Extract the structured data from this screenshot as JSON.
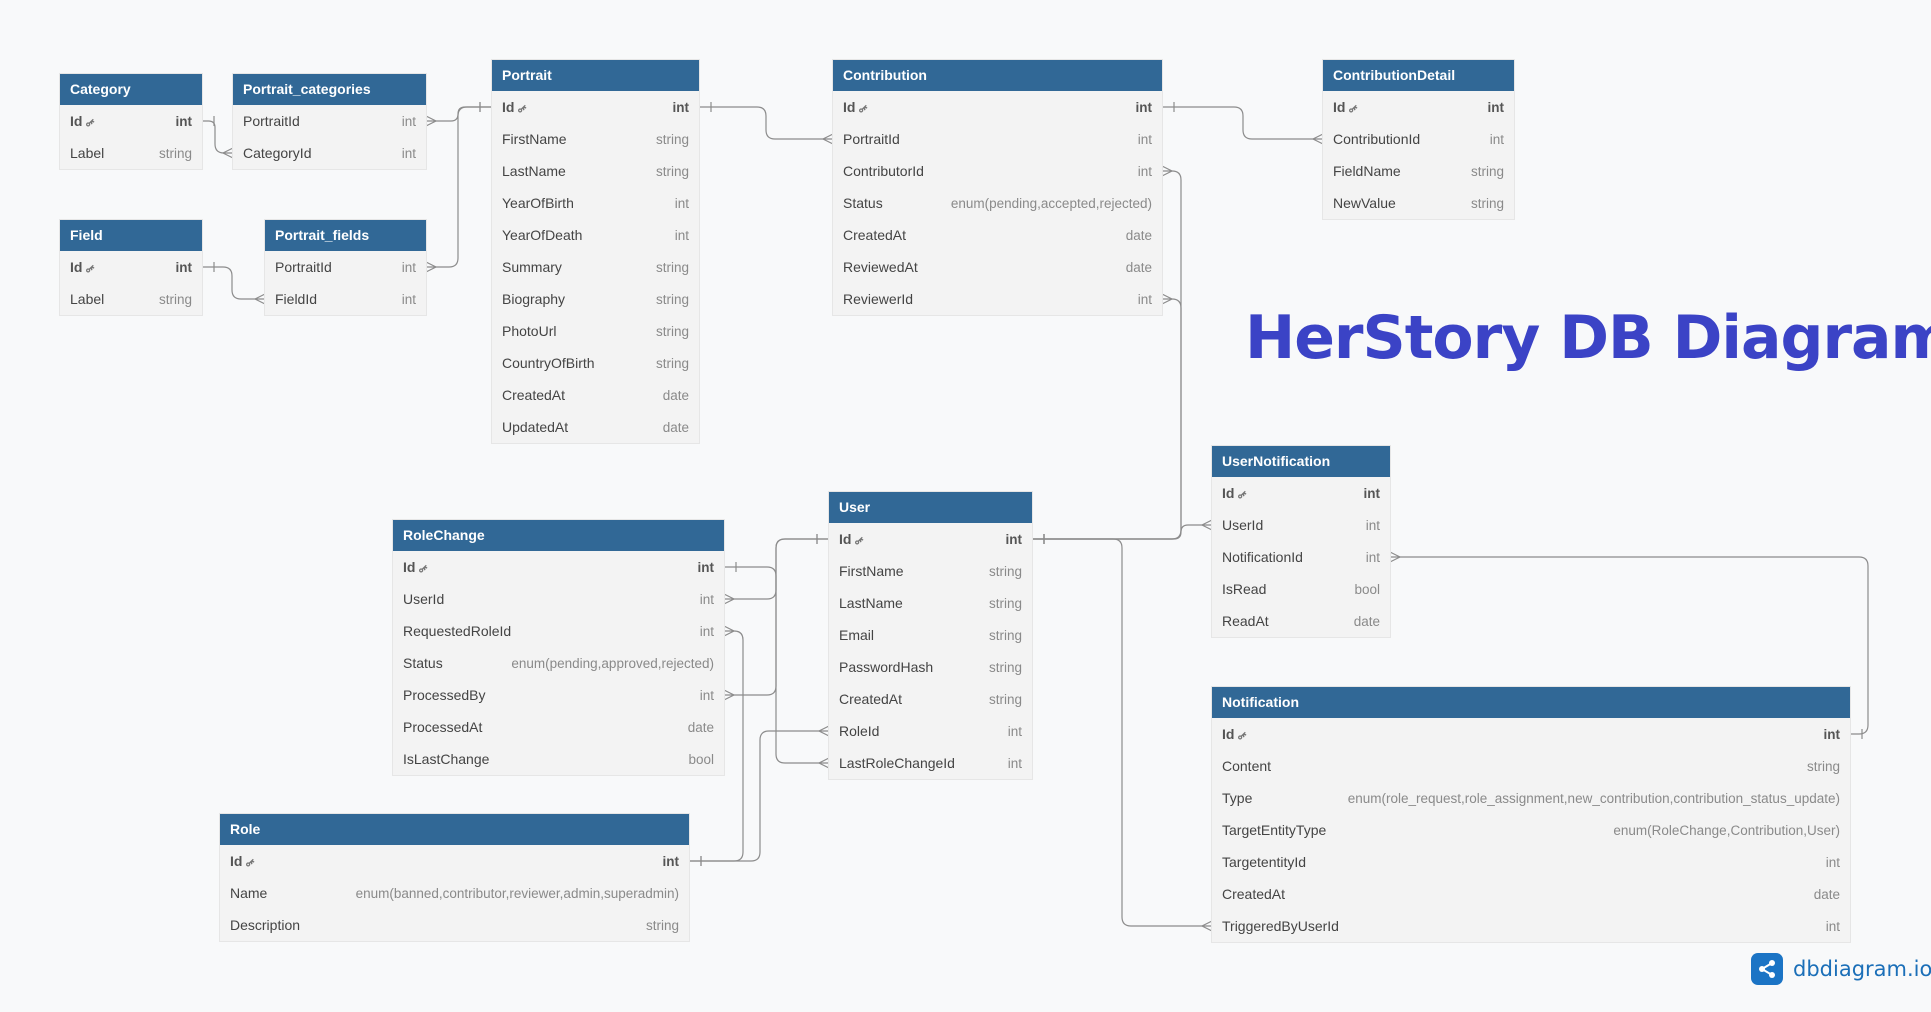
{
  "title": "HerStory DB Diagram",
  "brand": "dbdiagram.io",
  "colors": {
    "header": "#316896",
    "title": "#3b43c6",
    "line": "#8c8c8c"
  },
  "tables": [
    {
      "name": "Category",
      "fields": [
        {
          "name": "Id",
          "type": "int",
          "pk": true
        },
        {
          "name": "Label",
          "type": "string"
        }
      ]
    },
    {
      "name": "Portrait_categories",
      "fields": [
        {
          "name": "PortraitId",
          "type": "int"
        },
        {
          "name": "CategoryId",
          "type": "int"
        }
      ]
    },
    {
      "name": "Field",
      "fields": [
        {
          "name": "Id",
          "type": "int",
          "pk": true
        },
        {
          "name": "Label",
          "type": "string"
        }
      ]
    },
    {
      "name": "Portrait_fields",
      "fields": [
        {
          "name": "PortraitId",
          "type": "int"
        },
        {
          "name": "FieldId",
          "type": "int"
        }
      ]
    },
    {
      "name": "Portrait",
      "fields": [
        {
          "name": "Id",
          "type": "int",
          "pk": true
        },
        {
          "name": "FirstName",
          "type": "string"
        },
        {
          "name": "LastName",
          "type": "string"
        },
        {
          "name": "YearOfBirth",
          "type": "int"
        },
        {
          "name": "YearOfDeath",
          "type": "int"
        },
        {
          "name": "Summary",
          "type": "string"
        },
        {
          "name": "Biography",
          "type": "string"
        },
        {
          "name": "PhotoUrl",
          "type": "string"
        },
        {
          "name": "CountryOfBirth",
          "type": "string"
        },
        {
          "name": "CreatedAt",
          "type": "date"
        },
        {
          "name": "UpdatedAt",
          "type": "date"
        }
      ]
    },
    {
      "name": "Contribution",
      "fields": [
        {
          "name": "Id",
          "type": "int",
          "pk": true
        },
        {
          "name": "PortraitId",
          "type": "int"
        },
        {
          "name": "ContributorId",
          "type": "int"
        },
        {
          "name": "Status",
          "type": "enum(pending,accepted,rejected)"
        },
        {
          "name": "CreatedAt",
          "type": "date"
        },
        {
          "name": "ReviewedAt",
          "type": "date"
        },
        {
          "name": "ReviewerId",
          "type": "int"
        }
      ]
    },
    {
      "name": "ContributionDetail",
      "fields": [
        {
          "name": "Id",
          "type": "int",
          "pk": true
        },
        {
          "name": "ContributionId",
          "type": "int"
        },
        {
          "name": "FieldName",
          "type": "string"
        },
        {
          "name": "NewValue",
          "type": "string"
        }
      ]
    },
    {
      "name": "UserNotification",
      "fields": [
        {
          "name": "Id",
          "type": "int",
          "pk": true
        },
        {
          "name": "UserId",
          "type": "int"
        },
        {
          "name": "NotificationId",
          "type": "int"
        },
        {
          "name": "IsRead",
          "type": "bool"
        },
        {
          "name": "ReadAt",
          "type": "date"
        }
      ]
    },
    {
      "name": "User",
      "fields": [
        {
          "name": "Id",
          "type": "int",
          "pk": true
        },
        {
          "name": "FirstName",
          "type": "string"
        },
        {
          "name": "LastName",
          "type": "string"
        },
        {
          "name": "Email",
          "type": "string"
        },
        {
          "name": "PasswordHash",
          "type": "string"
        },
        {
          "name": "CreatedAt",
          "type": "string"
        },
        {
          "name": "RoleId",
          "type": "int"
        },
        {
          "name": "LastRoleChangeId",
          "type": "int"
        }
      ]
    },
    {
      "name": "RoleChange",
      "fields": [
        {
          "name": "Id",
          "type": "int",
          "pk": true
        },
        {
          "name": "UserId",
          "type": "int"
        },
        {
          "name": "RequestedRoleId",
          "type": "int"
        },
        {
          "name": "Status",
          "type": "enum(pending,approved,rejected)"
        },
        {
          "name": "ProcessedBy",
          "type": "int"
        },
        {
          "name": "ProcessedAt",
          "type": "date"
        },
        {
          "name": "IsLastChange",
          "type": "bool"
        }
      ]
    },
    {
      "name": "Role",
      "fields": [
        {
          "name": "Id",
          "type": "int",
          "pk": true
        },
        {
          "name": "Name",
          "type": "enum(banned,contributor,reviewer,admin,superadmin)"
        },
        {
          "name": "Description",
          "type": "string"
        }
      ]
    },
    {
      "name": "Notification",
      "fields": [
        {
          "name": "Id",
          "type": "int",
          "pk": true
        },
        {
          "name": "Content",
          "type": "string"
        },
        {
          "name": "Type",
          "type": "enum(role_request,role_assignment,new_contribution,contribution_status_update)"
        },
        {
          "name": "TargetEntityType",
          "type": "enum(RoleChange,Contribution,User)"
        },
        {
          "name": "TargetentityId",
          "type": "int"
        },
        {
          "name": "CreatedAt",
          "type": "date"
        },
        {
          "name": "TriggeredByUserId",
          "type": "int"
        }
      ]
    }
  ],
  "relations": [
    {
      "from": "Category.Id",
      "to": "Portrait_categories.CategoryId"
    },
    {
      "from": "Portrait.Id",
      "to": "Portrait_categories.PortraitId"
    },
    {
      "from": "Field.Id",
      "to": "Portrait_fields.FieldId"
    },
    {
      "from": "Portrait.Id",
      "to": "Portrait_fields.PortraitId"
    },
    {
      "from": "Portrait.Id",
      "to": "Contribution.PortraitId"
    },
    {
      "from": "Contribution.Id",
      "to": "ContributionDetail.ContributionId"
    },
    {
      "from": "User.Id",
      "to": "Contribution.ContributorId"
    },
    {
      "from": "User.Id",
      "to": "Contribution.ReviewerId"
    },
    {
      "from": "User.Id",
      "to": "UserNotification.UserId"
    },
    {
      "from": "Notification.Id",
      "to": "UserNotification.NotificationId"
    },
    {
      "from": "User.Id",
      "to": "Notification.TriggeredByUserId"
    },
    {
      "from": "RoleChange.Id",
      "to": "User.LastRoleChangeId"
    },
    {
      "from": "User.Id",
      "to": "RoleChange.UserId"
    },
    {
      "from": "User.Id",
      "to": "RoleChange.ProcessedBy"
    },
    {
      "from": "Role.Id",
      "to": "RoleChange.RequestedRoleId"
    },
    {
      "from": "Role.Id",
      "to": "User.RoleId"
    }
  ]
}
